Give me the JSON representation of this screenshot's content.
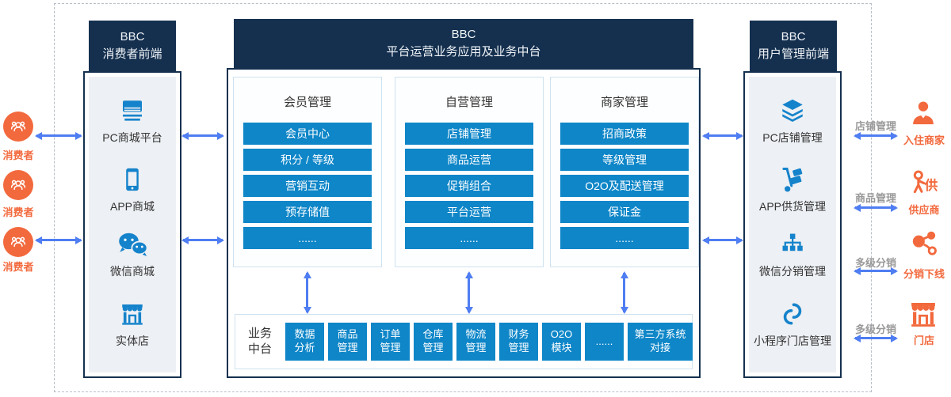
{
  "diagram": {
    "colors": {
      "navy": "#15304f",
      "button_blue": "#0e86c8",
      "icon_blue": "#1583cb",
      "orange": "#f2693d",
      "arrow_blue": "#4f7df2",
      "gray_label": "#999999",
      "panel_inner": "#edf0f4"
    },
    "consumers": {
      "items": [
        {
          "label": "消费者"
        },
        {
          "label": "消费者"
        },
        {
          "label": "消费者"
        }
      ]
    },
    "left_panel": {
      "header": "BBC\n消费者前端",
      "items": [
        {
          "label": "PC商城平台"
        },
        {
          "label": "APP商城"
        },
        {
          "label": "微信商城"
        },
        {
          "label": "实体店"
        }
      ]
    },
    "center_panel": {
      "header": "BBC\n平台运营业务应用及业务中台",
      "columns": [
        {
          "title": "会员管理",
          "buttons": [
            "会员中心",
            "积分 / 等级",
            "营销互动",
            "预存储值",
            "......"
          ]
        },
        {
          "title": "自营管理",
          "buttons": [
            "店铺管理",
            "商品运营",
            "促销组合",
            "平台运营",
            "......"
          ]
        },
        {
          "title": "商家管理",
          "buttons": [
            "招商政策",
            "等级管理",
            "O2O及配送管理",
            "保证金",
            "......"
          ]
        }
      ],
      "business_hub": {
        "label": "业务\n中台",
        "tiles": [
          "数据\n分析",
          "商品\n管理",
          "订单\n管理",
          "仓库\n管理",
          "物流\n管理",
          "财务\n管理",
          "O2O\n模块",
          "......",
          "第三方系统\n对接"
        ]
      }
    },
    "right_panel": {
      "header": "BBC\n用户管理前端",
      "items": [
        {
          "label": "PC店铺管理"
        },
        {
          "label": "APP供货管理"
        },
        {
          "label": "微信分销管理"
        },
        {
          "label": "小程序门店管理"
        }
      ]
    },
    "external_roles": [
      {
        "arrow_label": "店铺管理",
        "label": "入住商家"
      },
      {
        "arrow_label": "商品管理",
        "label": "供应商",
        "icon_char": "供"
      },
      {
        "arrow_label": "多级分销",
        "label": "分销下线"
      },
      {
        "arrow_label": "多级分销",
        "label": "门店"
      }
    ]
  }
}
